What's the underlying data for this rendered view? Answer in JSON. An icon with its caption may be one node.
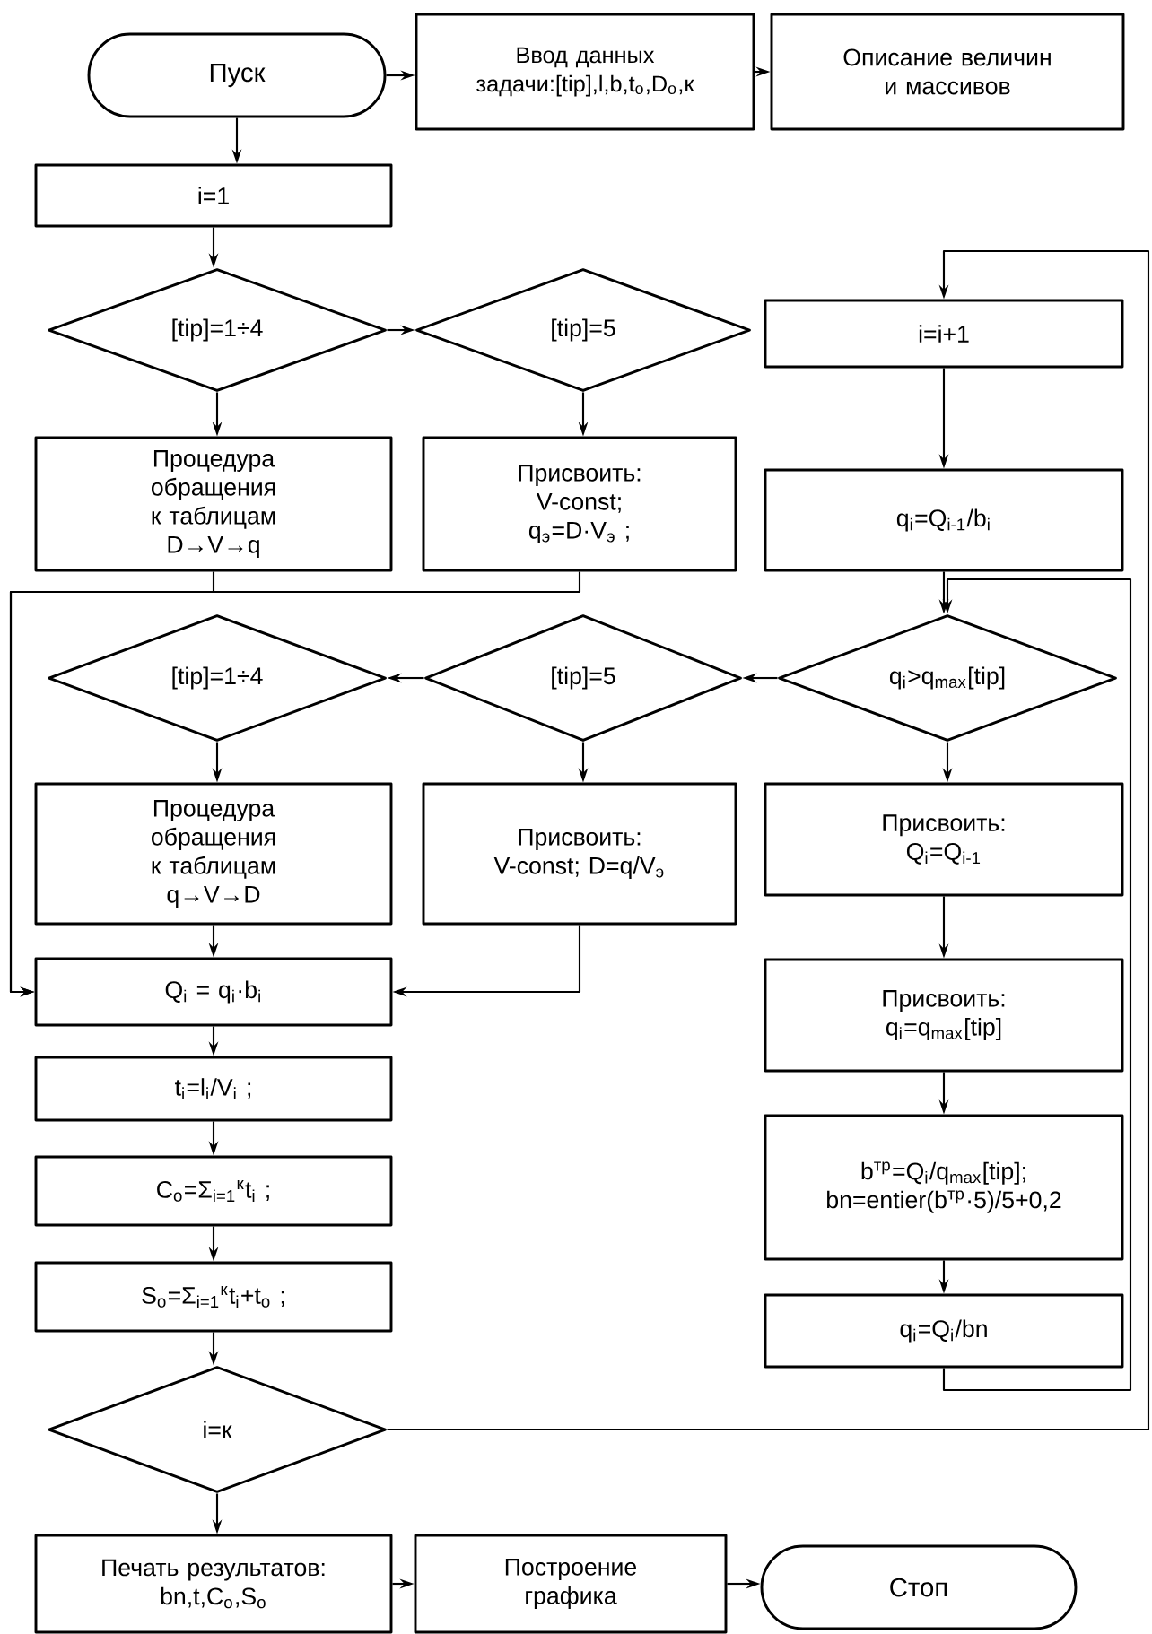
{
  "diagram": {
    "nodes": [
      {
        "text": [
          "Пуск"
        ]
      },
      {
        "text": [
          "Ввод данных задачи:[tip],l,b,t$_{o}$,D$_{o}$,к"
        ]
      },
      {
        "text": [
          "Описание величин и массивов"
        ]
      },
      {
        "text": [
          "i=1"
        ]
      },
      {
        "text": [
          "[tip]=1÷4"
        ]
      },
      {
        "text": [
          "[tip]=5"
        ]
      },
      {
        "text": [
          "i=i+1"
        ]
      },
      {
        "text": [
          "Процедура обращения к таблицам D→V→q"
        ]
      },
      {
        "text": [
          "Присвоить:",
          "V-const; q$_{э}$=D·V$_{э}$ ;"
        ]
      },
      {
        "text": [
          "q$_{i}$=Q$_{i-1}$/b$_{i}$"
        ]
      },
      {
        "text": [
          "[tip]=1÷4"
        ]
      },
      {
        "text": [
          "[tip]=5"
        ]
      },
      {
        "text": [
          "q$_{i}$>q$_{max}$[tip]"
        ]
      },
      {
        "text": [
          "Процедура обращения к таблицам q→V→D"
        ]
      },
      {
        "text": [
          "Присвоить:",
          "V-const; D=q/V$_{э}$"
        ]
      },
      {
        "text": [
          "Присвоить:",
          "Q$_{i}$=Q$_{i-1}$"
        ]
      },
      {
        "text": [
          "Q$_{i}$ = q$_{i}$·b$_{i}$"
        ]
      },
      {
        "text": [
          "Присвоить:",
          "q$_{i}$=q$_{max}$[tip]"
        ]
      },
      {
        "text": [
          "t$_{i}$=l$_{i}$/V$_{i}$ ;"
        ]
      },
      {
        "text": [
          "C$_{o}$=Σ$_{i=1}$$^{к}$t$_{i}$ ;"
        ]
      },
      {
        "text": [
          "b$^{тр}$=Q$_{i}$/q$_{max}$[tip]; bn=entier(b$^{тр}$·5)/5+0,2"
        ]
      },
      {
        "text": [
          "S$_{o}$=Σ$_{i=1}$$^{к}$t$_{i}$+t$_{o}$ ;"
        ]
      },
      {
        "text": [
          "q$_{i}$=Q$_{i}$/bn"
        ]
      },
      {
        "text": [
          "i=к"
        ]
      },
      {
        "text": [
          "Печать результатов: bn,t,C$_{o}$,S$_{o}$"
        ]
      },
      {
        "text": [
          "Построение графика"
        ]
      },
      {
        "text": [
          "Стоп"
        ]
      }
    ],
    "edges": [
      {
        "from": 0,
        "to": 1,
        "arrow": "to"
      },
      {
        "from": 1,
        "to": 2,
        "arrow": "to"
      },
      {
        "from": 0,
        "to": 3,
        "arrow": "to"
      },
      {
        "from": 3,
        "to": 4,
        "arrow": "to"
      },
      {
        "from": 4,
        "to": 5,
        "arrow": "to"
      },
      {
        "from": 4,
        "to": 7,
        "arrow": "to"
      },
      {
        "from": 5,
        "to": 8,
        "arrow": "to"
      },
      {
        "from": 7,
        "to": 16,
        "arrow": "to"
      },
      {
        "from": 8,
        "to": 16,
        "arrow": "to"
      },
      {
        "from": 6,
        "to": 9,
        "arrow": "to"
      },
      {
        "from": 9,
        "to": 12,
        "arrow": "to"
      },
      {
        "from": 12,
        "to": 11,
        "arrow": "to"
      },
      {
        "from": 11,
        "to": 10,
        "arrow": "to"
      },
      {
        "from": 10,
        "to": 13,
        "arrow": "to"
      },
      {
        "from": 11,
        "to": 14,
        "arrow": "to"
      },
      {
        "from": 12,
        "to": 15,
        "arrow": "to"
      },
      {
        "from": 13,
        "to": 16,
        "arrow": "to"
      },
      {
        "from": 14,
        "to": 16,
        "arrow": "to"
      },
      {
        "from": 15,
        "to": 17,
        "arrow": "to"
      },
      {
        "from": 17,
        "to": 20,
        "arrow": "to"
      },
      {
        "from": 20,
        "to": 22,
        "arrow": "to"
      },
      {
        "from": 22,
        "to": 12,
        "arrow": "to"
      },
      {
        "from": 16,
        "to": 18,
        "arrow": "to"
      },
      {
        "from": 18,
        "to": 19,
        "arrow": "to"
      },
      {
        "from": 19,
        "to": 21,
        "arrow": "to"
      },
      {
        "from": 21,
        "to": 23,
        "arrow": "to"
      },
      {
        "from": 23,
        "to": 6,
        "arrow": "to"
      },
      {
        "from": 23,
        "to": 24,
        "arrow": "to"
      },
      {
        "from": 24,
        "to": 25,
        "arrow": "to"
      },
      {
        "from": 25,
        "to": 26,
        "arrow": "to"
      }
    ]
  }
}
